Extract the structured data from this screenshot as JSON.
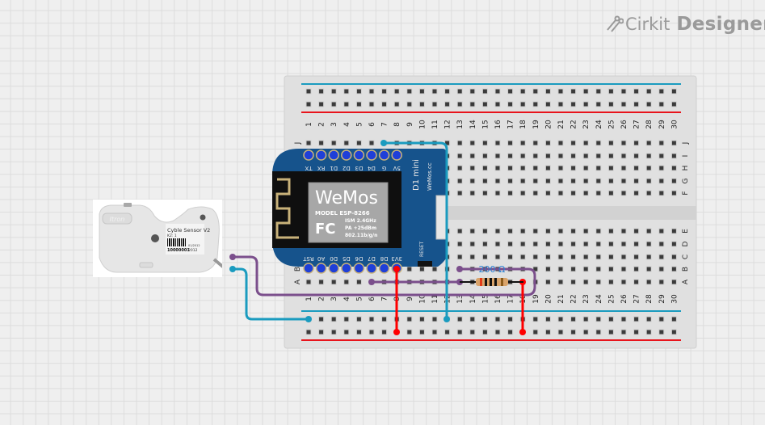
{
  "app": {
    "brand": "Cirkit",
    "product": "Designer",
    "logo_icon": "circuit-pins-icon"
  },
  "breadboard": {
    "columns": [
      "1",
      "2",
      "3",
      "4",
      "5",
      "6",
      "7",
      "8",
      "9",
      "10",
      "11",
      "12",
      "13",
      "14",
      "15",
      "16",
      "17",
      "18",
      "19",
      "20",
      "21",
      "22",
      "23",
      "24",
      "25",
      "26",
      "27",
      "28",
      "29",
      "30"
    ],
    "top_rows": [
      "J",
      "I",
      "H",
      "G",
      "F"
    ],
    "bottom_rows": [
      "E",
      "D",
      "C",
      "B",
      "A"
    ],
    "rail_colors": {
      "positive": "#e8141c",
      "negative": "#1a9bbf"
    }
  },
  "sensor": {
    "brand": "Itron",
    "label_title": "Cyble Sensor V2",
    "label_sub": "K2: 1",
    "barcode_text": "10000001",
    "date_code": "01/2012",
    "year": "2012"
  },
  "board": {
    "name": "D1 mini",
    "site": "WeMos.cc",
    "logo": "WeMos",
    "model_line": "MODEL  ESP-8266",
    "fcc": "FC",
    "spec_lines": [
      "ISM 2.4GHz",
      "PA +25dBm",
      "802.11b/g/n"
    ],
    "reset_label": "RESET",
    "top_pins": [
      "TX",
      "RX",
      "D1",
      "D2",
      "D3",
      "D4",
      "G",
      "5V"
    ],
    "bottom_pins": [
      "RST",
      "A0",
      "D0",
      "D5",
      "D6",
      "D7",
      "D8",
      "3V3"
    ]
  },
  "resistor": {
    "label": "200 Ω"
  },
  "wire_colors": {
    "purple": "#7b4f8c",
    "teal": "#1a9bbf",
    "red": "#ff0000"
  }
}
